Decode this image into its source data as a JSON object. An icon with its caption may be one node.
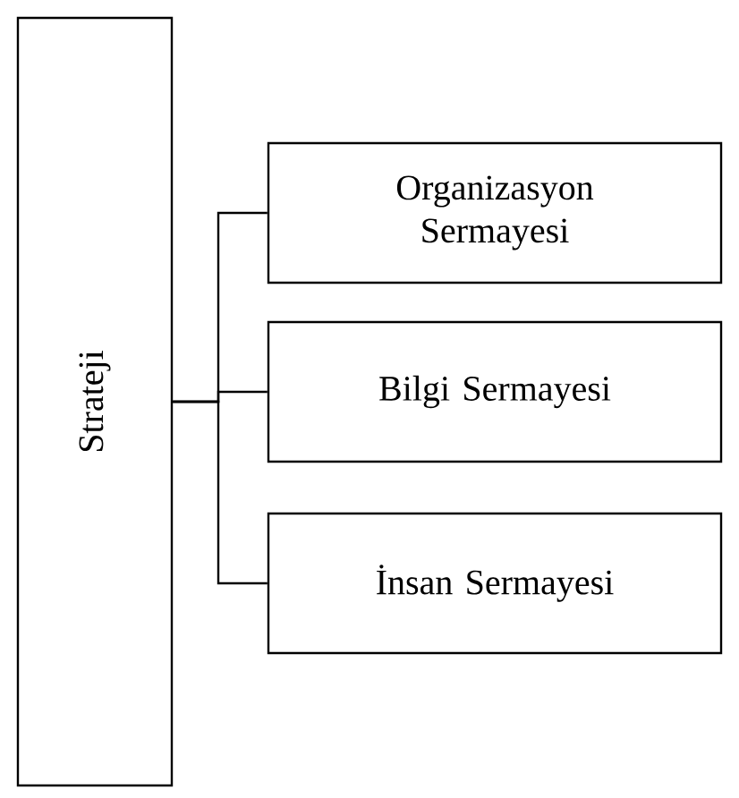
{
  "diagram": {
    "nodes": [
      {
        "text": [
          "Strateji"
        ]
      },
      {
        "text": [
          "Organizasyon Sermayesi"
        ]
      },
      {
        "text": [
          "Bilgi Sermayesi"
        ]
      },
      {
        "text": [
          "İnsan Sermayesi"
        ]
      }
    ],
    "edges": [
      {
        "from": 0,
        "to": 1,
        "arrow": "none"
      },
      {
        "from": 0,
        "to": 2,
        "arrow": "none"
      },
      {
        "from": 0,
        "to": 3,
        "arrow": "none"
      }
    ]
  }
}
